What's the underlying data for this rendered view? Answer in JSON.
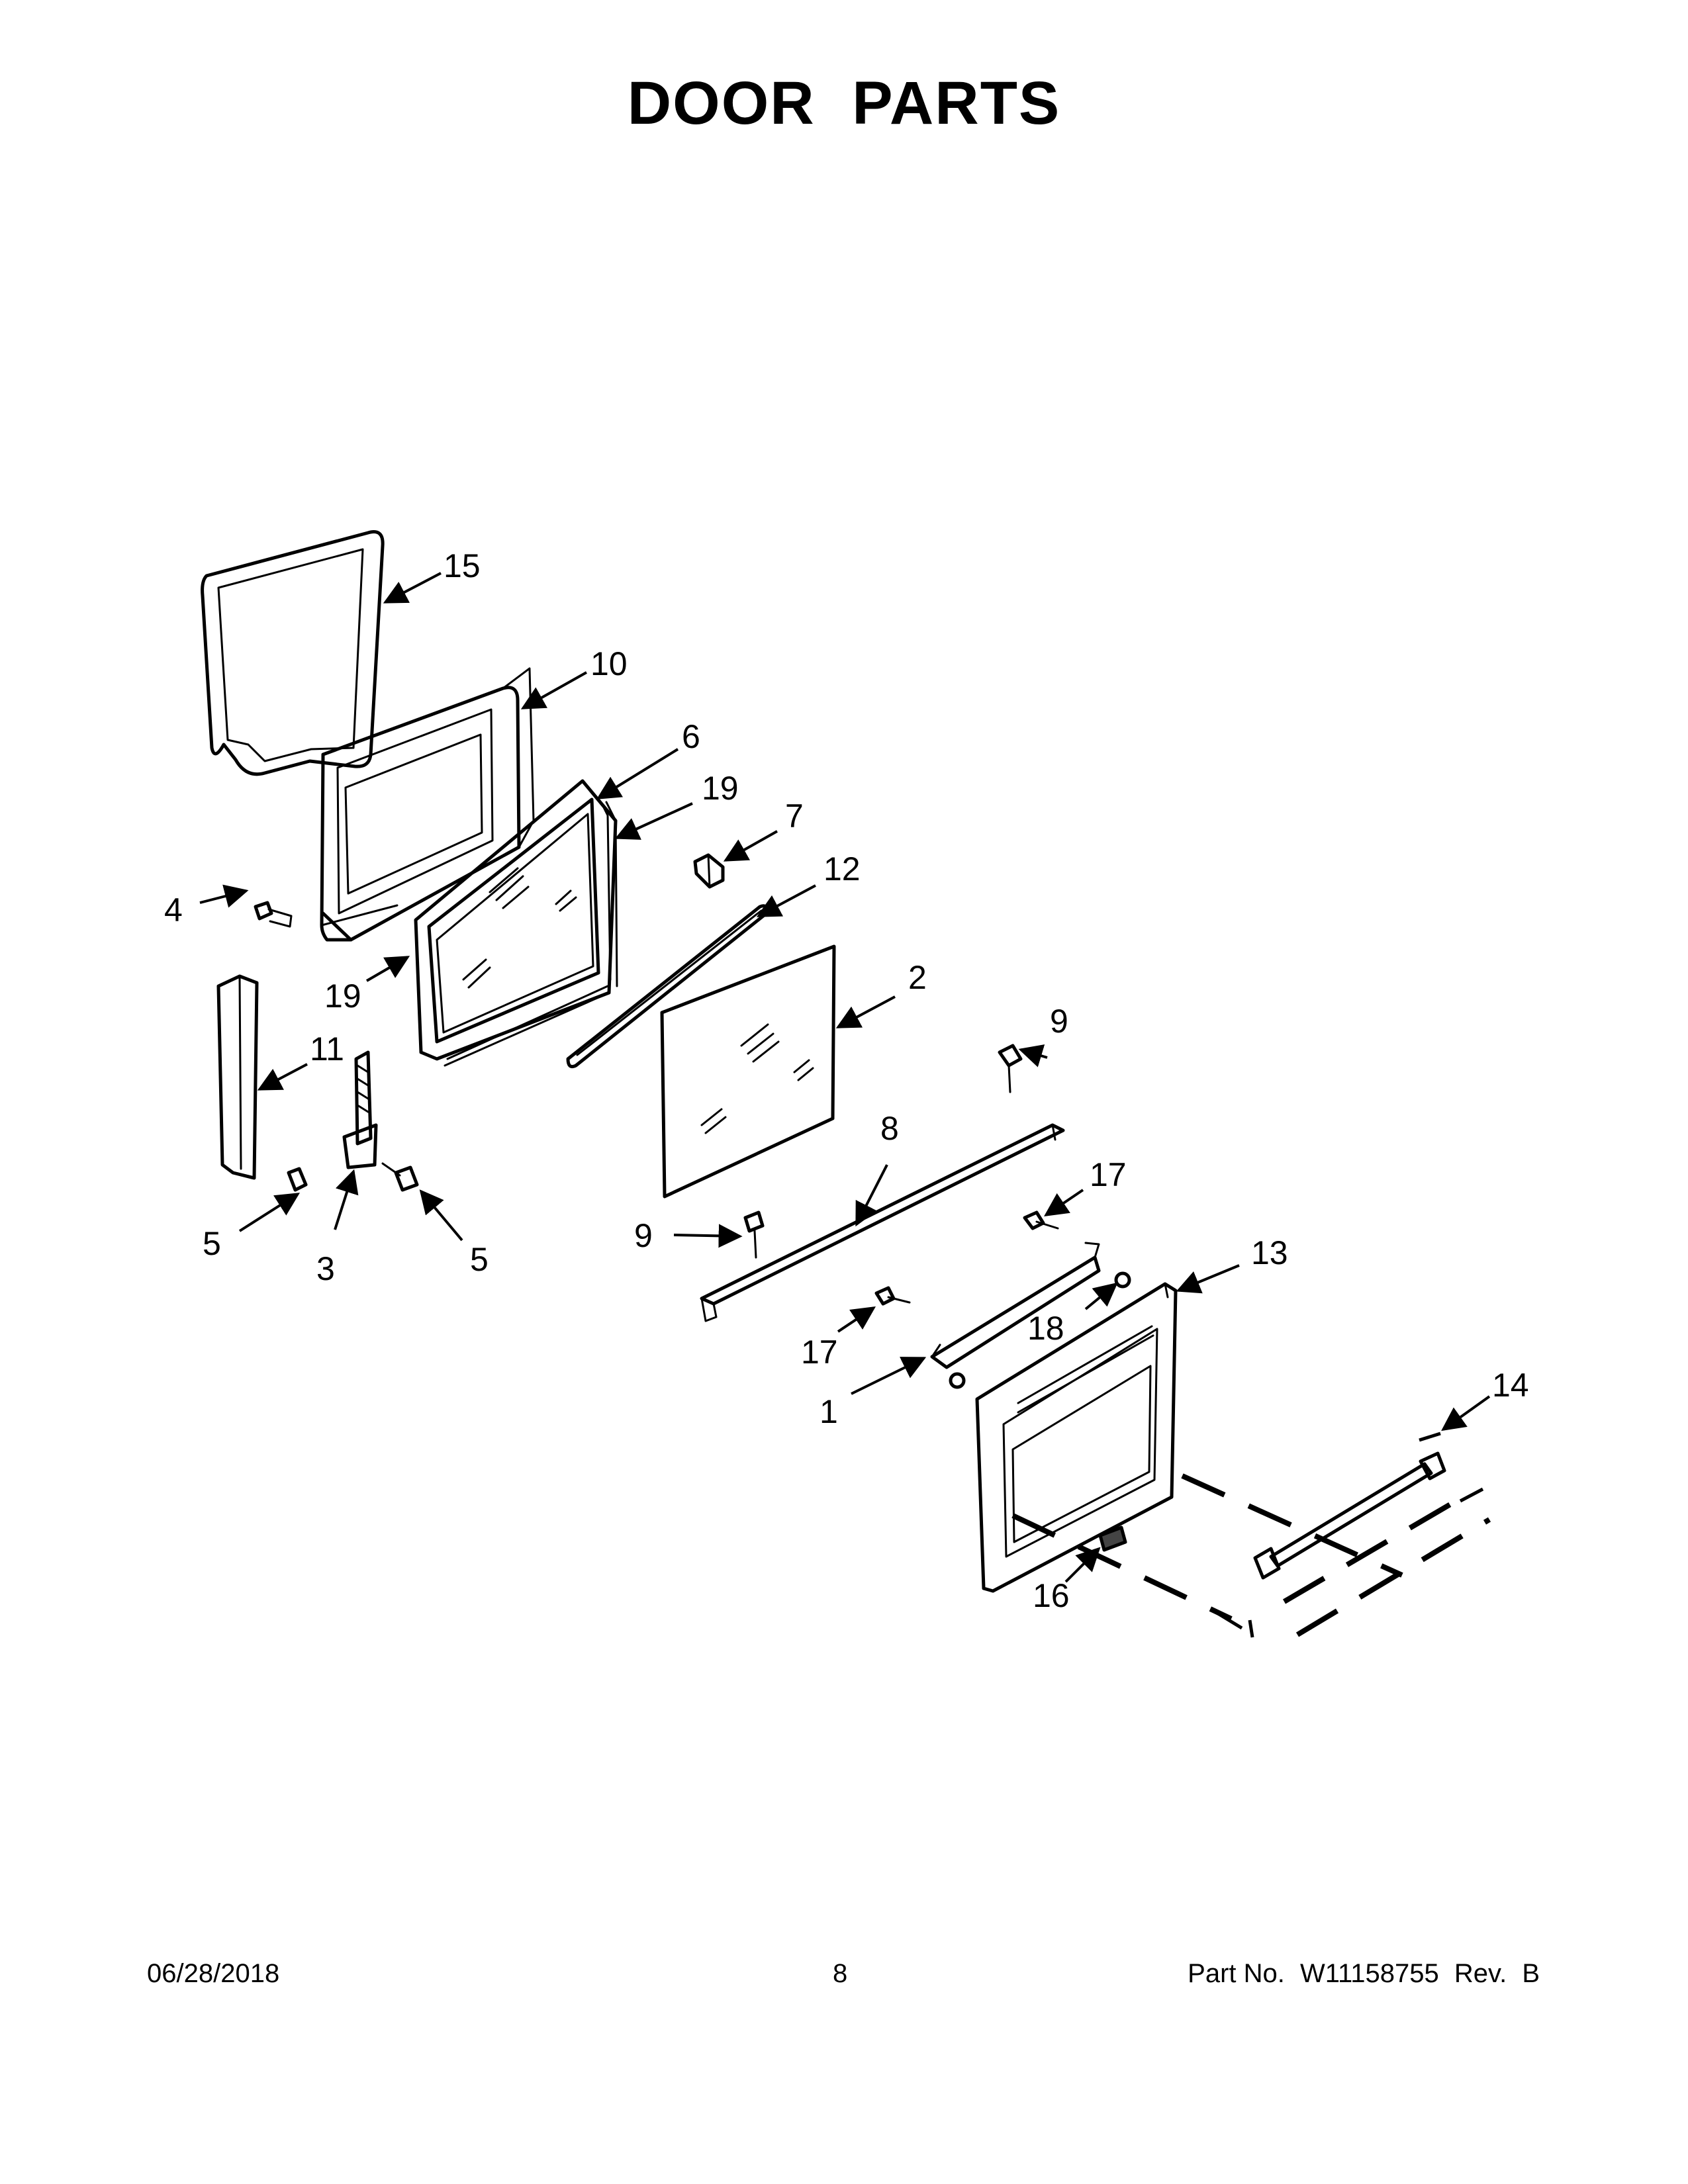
{
  "title": {
    "word1": "DOOR",
    "word2": "PARTS"
  },
  "footer": {
    "date": "06/28/2018",
    "page": "8",
    "part_label": "Part No.",
    "part_number": "W11158755",
    "rev_label": "Rev.",
    "rev": "B"
  },
  "callouts": [
    {
      "id": "c15",
      "label": "15"
    },
    {
      "id": "c10",
      "label": "10"
    },
    {
      "id": "c6",
      "label": "6"
    },
    {
      "id": "c19a",
      "label": "19"
    },
    {
      "id": "c7",
      "label": "7"
    },
    {
      "id": "c12",
      "label": "12"
    },
    {
      "id": "c4",
      "label": "4"
    },
    {
      "id": "c19b",
      "label": "19"
    },
    {
      "id": "c2",
      "label": "2"
    },
    {
      "id": "c11",
      "label": "11"
    },
    {
      "id": "c9a",
      "label": "9"
    },
    {
      "id": "c8",
      "label": "8"
    },
    {
      "id": "c17a",
      "label": "17"
    },
    {
      "id": "c5a",
      "label": "5"
    },
    {
      "id": "c3",
      "label": "3"
    },
    {
      "id": "c5b",
      "label": "5"
    },
    {
      "id": "c9b",
      "label": "9"
    },
    {
      "id": "c13",
      "label": "13"
    },
    {
      "id": "c18",
      "label": "18"
    },
    {
      "id": "c17b",
      "label": "17"
    },
    {
      "id": "c14",
      "label": "14"
    },
    {
      "id": "c1",
      "label": "1"
    },
    {
      "id": "c16",
      "label": "16"
    }
  ]
}
